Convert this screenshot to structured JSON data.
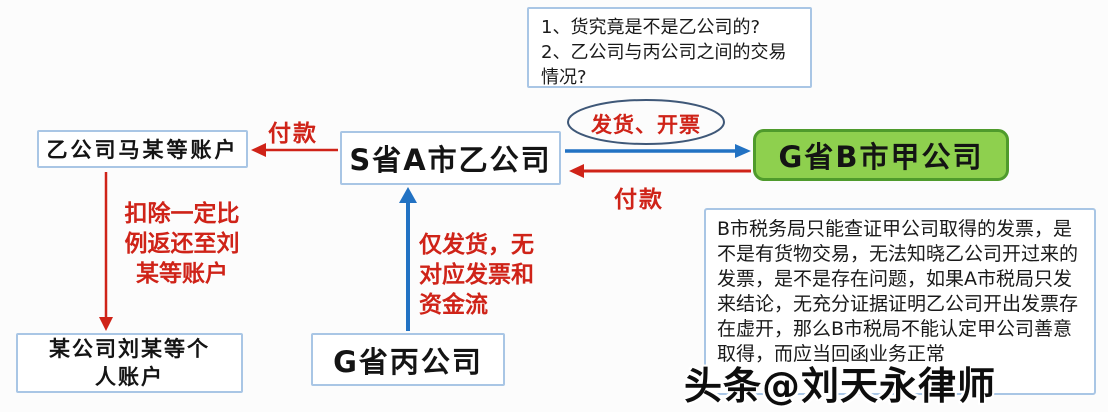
{
  "colors": {
    "red": "#cf2318",
    "blue": "#2272c3",
    "box_border": "#a9c6e5",
    "green_fill": "#8ed04e",
    "green_border": "#4f9b2c",
    "ellipse_border": "#3f5878",
    "background": "#fcfcfc"
  },
  "question_box": {
    "lines": [
      "1、货究竟是不是乙公司的?",
      "2、乙公司与丙公司之间的交易情况?"
    ]
  },
  "nodes": {
    "yi_account": {
      "label": "乙公司马某等账户"
    },
    "yi_company": {
      "label": "S省A市乙公司"
    },
    "jia_company": {
      "label": "G省B市甲公司"
    },
    "liu_account": {
      "label": "某公司刘某等个人账户"
    },
    "bing_company": {
      "label": "G省丙公司"
    }
  },
  "edges": {
    "payment_to_yi_account": {
      "label": "付款"
    },
    "ship_and_invoice": {
      "label": "发货、开票"
    },
    "payment_to_yi_company": {
      "label": "付款"
    },
    "deduct_return": {
      "label": "扣除一定比例返还至刘某等账户",
      "lines": [
        "扣除一定比",
        "例返还至刘",
        "某等账户"
      ]
    },
    "only_ship": {
      "label": "仅发货，无对应发票和资金流",
      "lines": [
        "仅发货，无",
        "对应发票和",
        "资金流"
      ]
    }
  },
  "analysis_box": {
    "text": "B市税务局只能查证甲公司取得的发票，是不是有货物交易，无法知晓乙公司开过来的发票，是不是存在问题，如果A市税局只发来结论，无充分证据证明乙公司开出发票存在虚开，那么B市税局不能认定甲公司善意取得，而应当回函业务正常"
  },
  "watermark": {
    "text": "头条@刘天永律师"
  }
}
